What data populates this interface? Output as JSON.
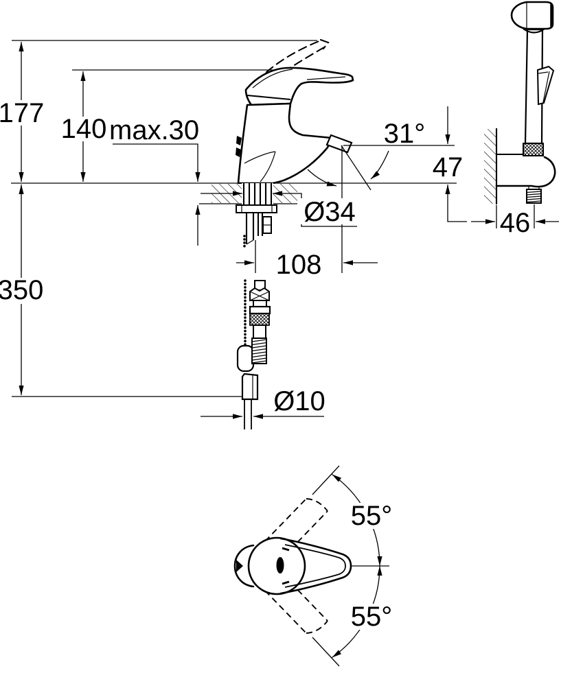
{
  "drawing": {
    "background": "#ffffff",
    "line_color": "#000000",
    "labels": {
      "total_height": "177",
      "spout_height": "140",
      "max_mounting_thickness": "max.30",
      "spout_angle": "31°",
      "outlet_height": "47",
      "wall_holder_depth": "46",
      "mounting_hole_diameter": "Ø34",
      "spout_reach": "108",
      "hose_length_below_deck": "350",
      "hose_diameter": "Ø10",
      "lever_swing_upper": "55°",
      "lever_swing_lower": "55°"
    }
  }
}
